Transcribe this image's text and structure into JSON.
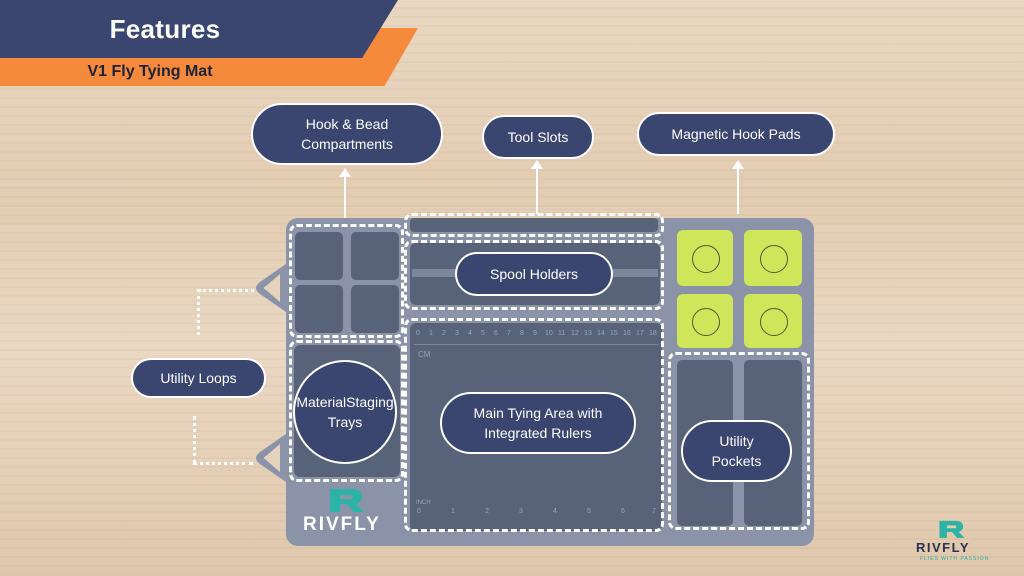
{
  "header": {
    "title": "Features",
    "subtitle": "V1 Fly Tying Mat"
  },
  "callouts": {
    "hook_bead": [
      "Hook & Bead",
      "Compartments"
    ],
    "tool_slots": "Tool Slots",
    "magnetic": "Magnetic Hook Pads",
    "spool": "Spool  Holders",
    "utility_loops": "Utility Loops",
    "material": [
      "Material",
      "Staging Trays"
    ],
    "main_area": [
      "Main Tying Area with",
      "Integrated Rulers"
    ],
    "utility_pockets": [
      "Utility",
      "Pockets"
    ]
  },
  "ruler": {
    "cm_label": "CM",
    "ticks": [
      "0",
      "1",
      "2",
      "3",
      "4",
      "5",
      "6",
      "7",
      "8",
      "9",
      "10",
      "11",
      "12",
      "13",
      "14",
      "15",
      "16",
      "17",
      "18"
    ],
    "inch_label": "INCH",
    "inch_ticks": [
      "0",
      "1",
      "2",
      "3",
      "4",
      "5",
      "6",
      "7"
    ]
  },
  "brand": {
    "mat_logo": "RIVFLY",
    "corner_logo": "RIVFLY",
    "corner_tagline": "FLIES WITH PASSION",
    "colors": {
      "navy": "#3b4670",
      "orange": "#f58a3c",
      "lime": "#cfe65b",
      "teal": "#2bb3a5"
    }
  }
}
